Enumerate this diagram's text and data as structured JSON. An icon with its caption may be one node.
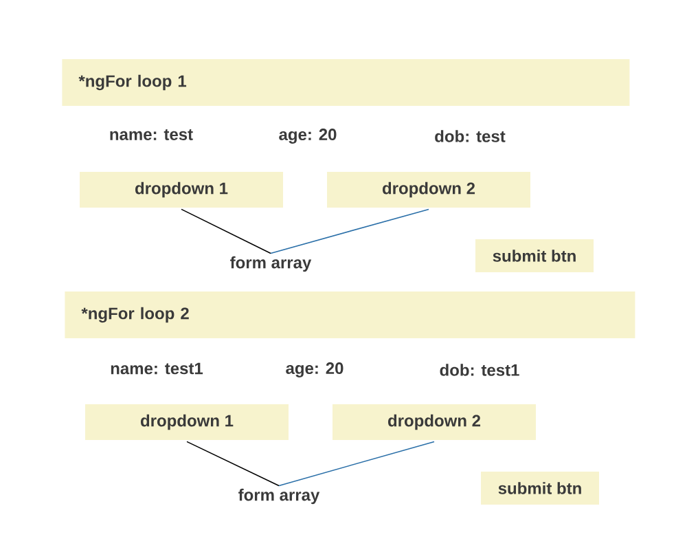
{
  "diagram": {
    "nodes": [
      {
        "text": [
          "*ngFor loop 1"
        ]
      },
      {
        "text": [
          "dropdown 1"
        ]
      },
      {
        "text": [
          "dropdown 2"
        ]
      },
      {
        "text": [
          "form array"
        ]
      },
      {
        "text": [
          "submit btn"
        ]
      },
      {
        "text": [
          "*ngFor loop 2"
        ]
      },
      {
        "text": [
          "dropdown 1"
        ]
      },
      {
        "text": [
          "dropdown 2"
        ]
      },
      {
        "text": [
          "form array"
        ]
      },
      {
        "text": [
          "submit btn"
        ]
      }
    ],
    "edges": [
      {
        "from": 1,
        "to": 3,
        "arrow": "none"
      },
      {
        "from": 2,
        "to": 3,
        "arrow": "none",
        "color": "#2a6fa8"
      },
      {
        "from": 6,
        "to": 8,
        "arrow": "none"
      },
      {
        "from": 7,
        "to": 8,
        "arrow": "none",
        "color": "#2a6fa8"
      }
    ],
    "labels": [
      "name: test",
      "age: 20",
      "dob: test",
      "name: test1",
      "age: 20",
      "dob: test1"
    ]
  }
}
